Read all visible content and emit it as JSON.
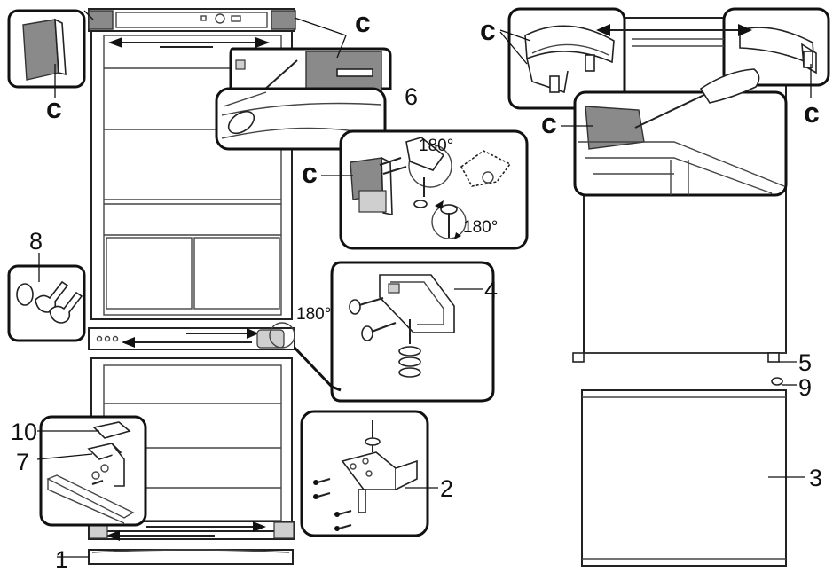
{
  "labels": {
    "l1": "1",
    "l2": "2",
    "l3": "3",
    "l4": "4",
    "l5": "5",
    "l6": "6",
    "l7": "7",
    "l8": "8",
    "l9": "9",
    "l10": "10"
  },
  "cover_label": "c",
  "rotation": "180°"
}
